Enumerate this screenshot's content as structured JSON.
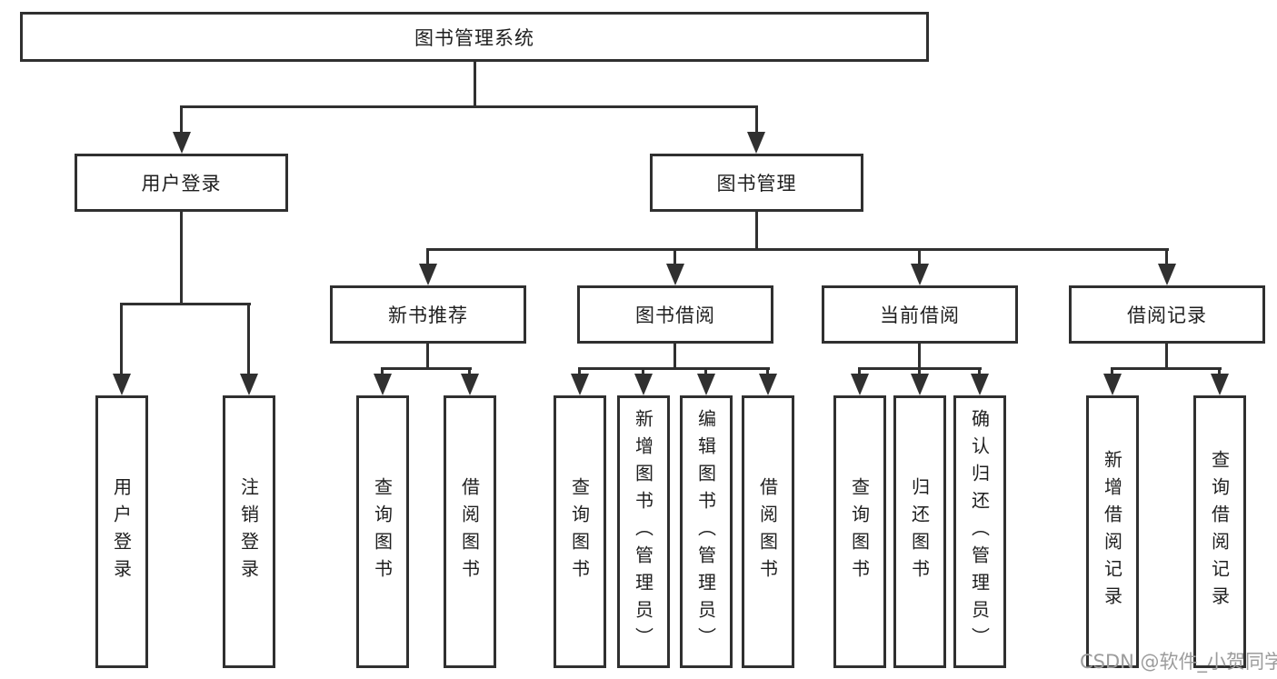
{
  "diagram": {
    "root": "图书管理系统",
    "branches": [
      {
        "label": "用户登录",
        "children": [
          "用户登录",
          "注销登录"
        ]
      },
      {
        "label": "图书管理",
        "sections": [
          {
            "label": "新书推荐",
            "children": [
              "查询图书",
              "借阅图书"
            ]
          },
          {
            "label": "图书借阅",
            "children": [
              "查询图书",
              "新增图书（管理员）",
              "编辑图书（管理员）",
              "借阅图书"
            ]
          },
          {
            "label": "当前借阅",
            "children": [
              "查询图书",
              "归还图书",
              "确认归还（管理员）"
            ]
          },
          {
            "label": "借阅记录",
            "children": [
              "新增借阅记录",
              "查询借阅记录"
            ]
          }
        ]
      }
    ]
  },
  "watermark": "CSDN @软件_小贺同学",
  "colors": {
    "line": "#303030",
    "text": "#1f1f1f",
    "watermark": "#9c9c9c",
    "background": "#ffffff"
  }
}
